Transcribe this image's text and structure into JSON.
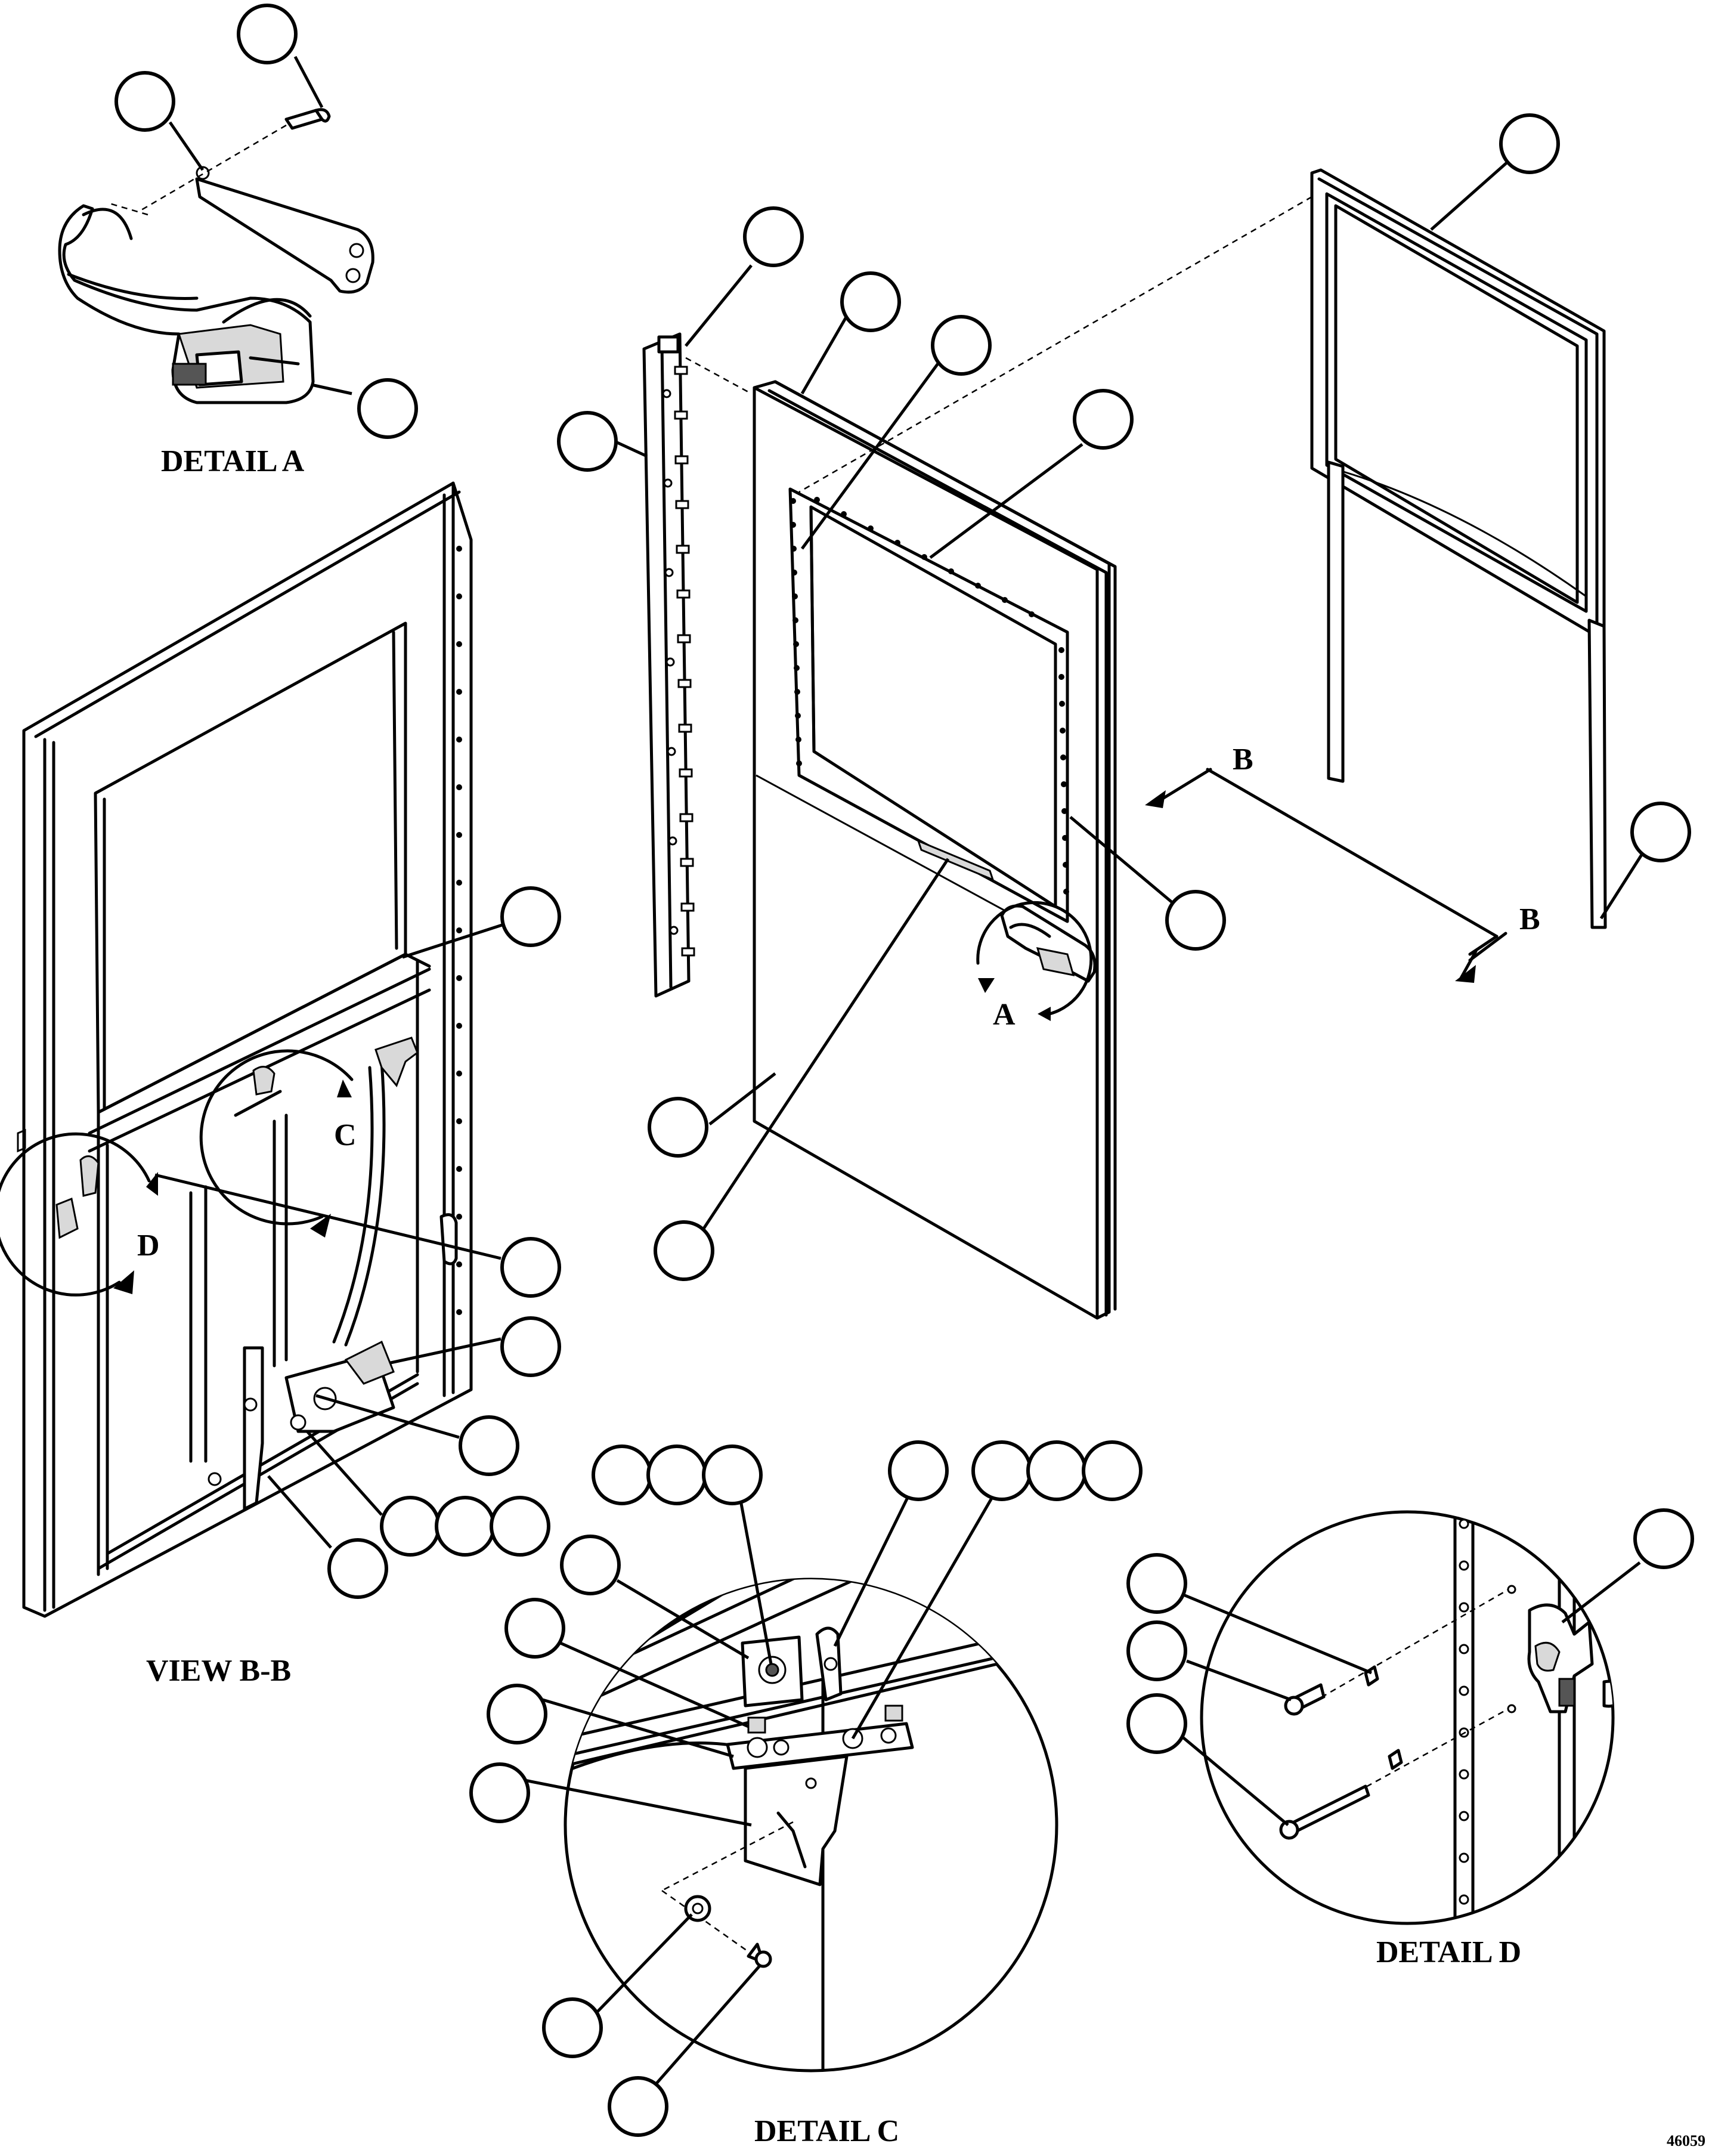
{
  "drawing_number": "46059",
  "views": {
    "detail_a": "DETAIL A",
    "view_bb": "VIEW B-B",
    "detail_c": "DETAIL C",
    "detail_d": "DETAIL D"
  },
  "callouts": {
    "a": "A",
    "b_top": "B",
    "b_bottom": "B",
    "c": "C",
    "d": "D"
  },
  "balloons_note": ""
}
